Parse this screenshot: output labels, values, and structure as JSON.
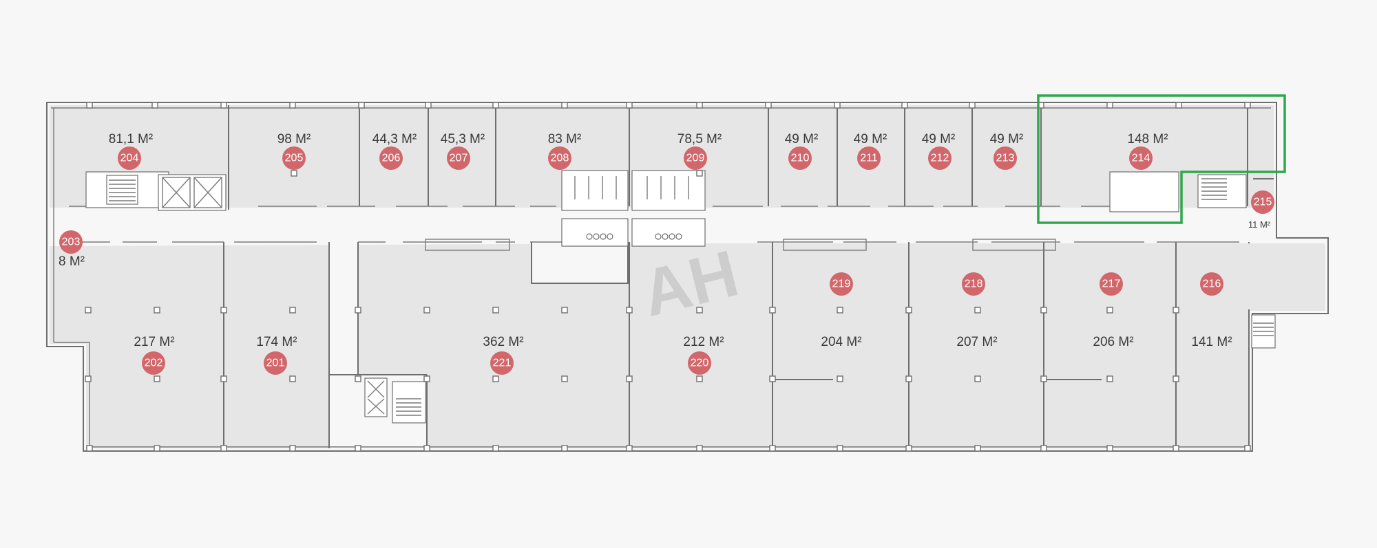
{
  "watermark": "АН",
  "highlight_color": "#2ea84a",
  "badge_color": "#d1676b",
  "units": [
    {
      "id": "204",
      "area": "81,1 М²"
    },
    {
      "id": "205",
      "area": "98 М²"
    },
    {
      "id": "206",
      "area": "44,3 М²"
    },
    {
      "id": "207",
      "area": "45,3 М²"
    },
    {
      "id": "208",
      "area": "83 М²"
    },
    {
      "id": "209",
      "area": "78,5 М²"
    },
    {
      "id": "210",
      "area": "49 М²"
    },
    {
      "id": "211",
      "area": "49 М²"
    },
    {
      "id": "212",
      "area": "49 М²"
    },
    {
      "id": "213",
      "area": "49 М²"
    },
    {
      "id": "214",
      "area": "148 М²",
      "highlighted": true
    },
    {
      "id": "215",
      "area": "11 М²"
    },
    {
      "id": "203",
      "area": "8 М²"
    },
    {
      "id": "202",
      "area": "217 М²"
    },
    {
      "id": "201",
      "area": "174 М²"
    },
    {
      "id": "221",
      "area": "362 М²"
    },
    {
      "id": "220",
      "area": "212 М²"
    },
    {
      "id": "219",
      "area": "204 М²"
    },
    {
      "id": "218",
      "area": "207 М²"
    },
    {
      "id": "217",
      "area": "206 М²"
    },
    {
      "id": "216",
      "area": "141 М²"
    }
  ]
}
